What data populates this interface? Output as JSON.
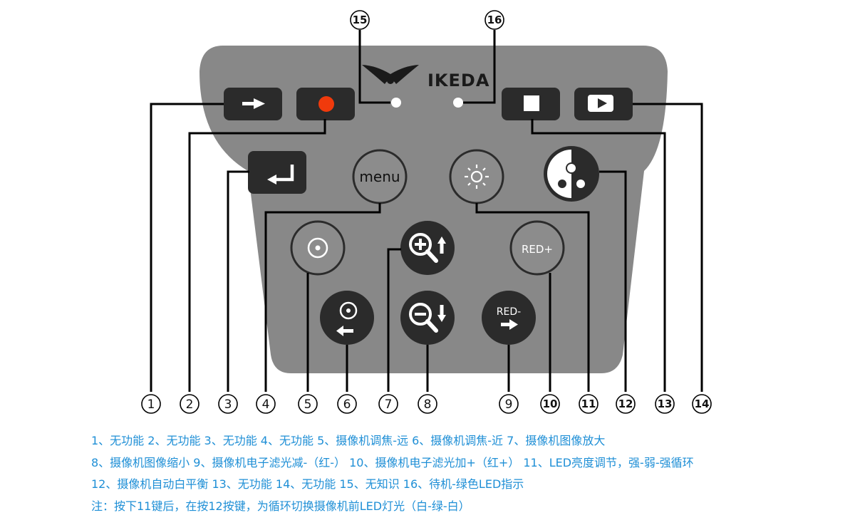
{
  "brand": {
    "name": "IKEDA"
  },
  "buttons": {
    "menu_label": "menu",
    "red_plus_label": "RED+",
    "red_minus_label": "RED-"
  },
  "callouts": {
    "bottom": [
      "1",
      "2",
      "3",
      "4",
      "5",
      "6",
      "7",
      "8",
      "9",
      "10",
      "11",
      "12",
      "13",
      "14"
    ],
    "top": [
      "15",
      "16"
    ]
  },
  "legend": [
    "1、无功能  2、无功能  3、无功能  4、无功能  5、摄像机调焦-远    6、摄像机调焦-近     7、摄像机图像放大",
    "8、摄像机图像缩小  9、摄像机电子滤光减-（红-）  10、摄像机电子滤光加+（红+）  11、LED亮度调节，强-弱-强循环",
    "12、摄像机自动白平衡  13、无功能  14、无功能   15、无知识    16、待机-绿色LED指示",
    "注：按下11键后，在按12按键，为循环切换摄像机前LED灯光（白-绿-白）"
  ],
  "colors": {
    "panel": "#888888",
    "key": "#2b2b2b",
    "round_light": "#8c8c8c",
    "record": "#f03a0c",
    "legend_text": "#1f8fd6"
  },
  "icons": {
    "arrow_key": "right-arrow-icon",
    "record_key": "record-dot-icon",
    "enter_key": "enter-arrow-icon",
    "focus_far": "focus-circle-icon",
    "focus_near": "focus-back-icon",
    "zoom_in": "zoom-in-icon",
    "zoom_out": "zoom-out-icon",
    "led": "sun-icon",
    "white_balance": "white-balance-icon",
    "stop": "stop-square-icon",
    "play": "play-triangle-icon"
  }
}
